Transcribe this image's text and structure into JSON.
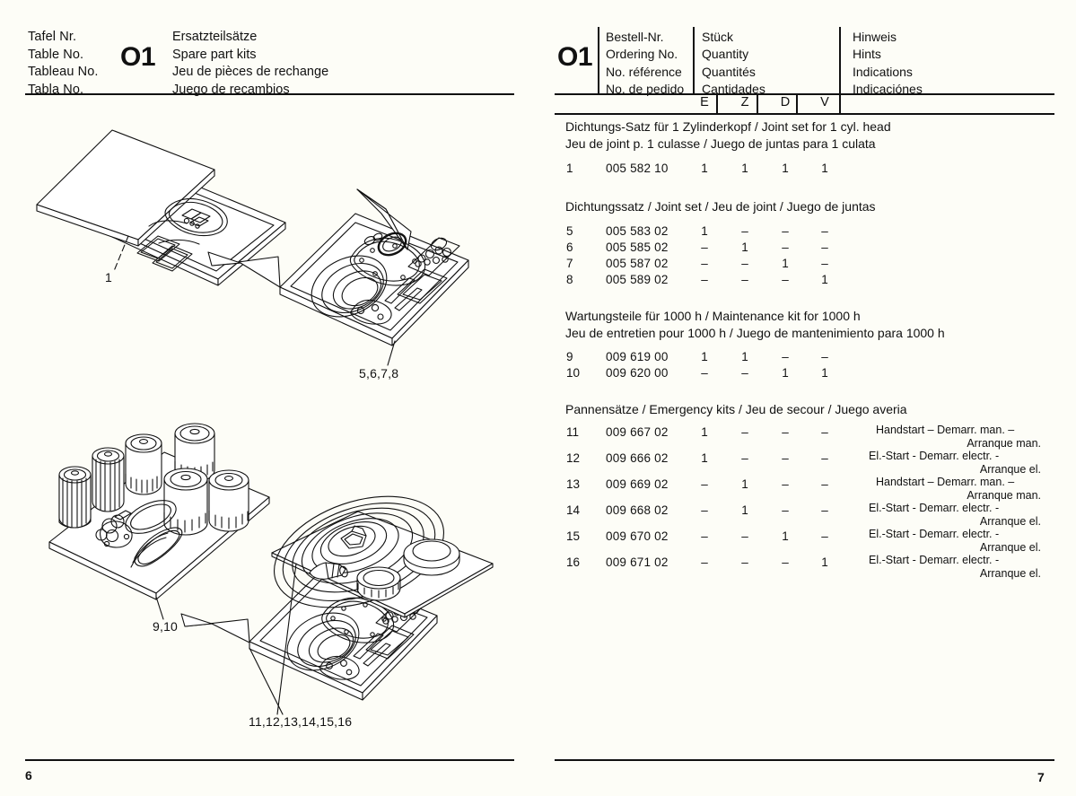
{
  "left_page": {
    "header": {
      "languages": [
        "Tafel Nr.",
        "Table No.",
        "Tableau No.",
        "Tabla No."
      ],
      "table_number": "O1",
      "titles": [
        "Ersatzteilsätze",
        "Spare part kits",
        "Jeu de pièces de rechange",
        "Juego de recambios"
      ]
    },
    "illustration_labels": [
      {
        "text": "1"
      },
      {
        "text": "5,6,7,8"
      },
      {
        "text": "9,10"
      },
      {
        "text": "11,12,13,14,15,16"
      }
    ],
    "page_number": "6"
  },
  "right_page": {
    "header": {
      "table_number": "O1",
      "ordering_no": [
        "Bestell-Nr.",
        "Ordering No.",
        "No. référence",
        "No. de pedido"
      ],
      "quantity": [
        "Stück",
        "Quantity",
        "Quantités",
        "Cantidades"
      ],
      "hints": [
        "Hinweis",
        "Hints",
        "Indications",
        "Indicaciónes"
      ],
      "qty_columns": [
        "E",
        "Z",
        "D",
        "V"
      ]
    },
    "sections": [
      {
        "titles": [
          "Dichtungs-Satz für 1 Zylinderkopf / Joint set for 1 cyl. head",
          "Jeu de joint p. 1 culasse / Juego de juntas para 1 culata"
        ],
        "rows": [
          {
            "pos": "1",
            "order_no": "005 582 10",
            "qty": [
              "1",
              "1",
              "1",
              "1"
            ],
            "hint": [
              "",
              ""
            ]
          }
        ]
      },
      {
        "titles": [
          "Dichtungssatz / Joint set / Jeu de joint / Juego de juntas"
        ],
        "rows": [
          {
            "pos": "5",
            "order_no": "005 583 02",
            "qty": [
              "1",
              "–",
              "–",
              "–"
            ],
            "hint": [
              "",
              ""
            ]
          },
          {
            "pos": "6",
            "order_no": "005 585 02",
            "qty": [
              "–",
              "1",
              "–",
              "–"
            ],
            "hint": [
              "",
              ""
            ]
          },
          {
            "pos": "7",
            "order_no": "005 587 02",
            "qty": [
              "–",
              "–",
              "1",
              "–"
            ],
            "hint": [
              "",
              ""
            ]
          },
          {
            "pos": "8",
            "order_no": "005 589 02",
            "qty": [
              "–",
              "–",
              "–",
              "1"
            ],
            "hint": [
              "",
              ""
            ]
          }
        ]
      },
      {
        "titles": [
          "Wartungsteile für 1000 h / Maintenance kit for 1000 h",
          "Jeu de entretien pour 1000 h / Juego de mantenimiento para 1000 h"
        ],
        "rows": [
          {
            "pos": "9",
            "order_no": "009 619 00",
            "qty": [
              "1",
              "1",
              "–",
              "–"
            ],
            "hint": [
              "",
              ""
            ]
          },
          {
            "pos": "10",
            "order_no": "009 620 00",
            "qty": [
              "–",
              "–",
              "1",
              "1"
            ],
            "hint": [
              "",
              ""
            ]
          }
        ]
      },
      {
        "titles": [
          "Pannensätze / Emergency kits / Jeu de secour / Juego averia"
        ],
        "rows": [
          {
            "pos": "11",
            "order_no": "009 667 02",
            "qty": [
              "1",
              "–",
              "–",
              "–"
            ],
            "hint": [
              "Handstart – Demarr. man. –",
              "Arranque man."
            ]
          },
          {
            "pos": "12",
            "order_no": "009 666 02",
            "qty": [
              "1",
              "–",
              "–",
              "–"
            ],
            "hint": [
              "El.-Start - Demarr. electr. -",
              "Arranque el."
            ]
          },
          {
            "pos": "13",
            "order_no": "009 669 02",
            "qty": [
              "–",
              "1",
              "–",
              "–"
            ],
            "hint": [
              "Handstart – Demarr. man. –",
              "Arranque man."
            ]
          },
          {
            "pos": "14",
            "order_no": "009 668 02",
            "qty": [
              "–",
              "1",
              "–",
              "–"
            ],
            "hint": [
              "El.-Start - Demarr. electr. -",
              "Arranque el."
            ]
          },
          {
            "pos": "15",
            "order_no": "009 670 02",
            "qty": [
              "–",
              "–",
              "1",
              "–"
            ],
            "hint": [
              "El.-Start - Demarr. electr. -",
              "Arranque el."
            ]
          },
          {
            "pos": "16",
            "order_no": "009 671 02",
            "qty": [
              "–",
              "–",
              "–",
              "1"
            ],
            "hint": [
              "El.-Start - Demarr. electr. -",
              "Arranque el."
            ]
          }
        ]
      }
    ],
    "page_number": "7"
  }
}
